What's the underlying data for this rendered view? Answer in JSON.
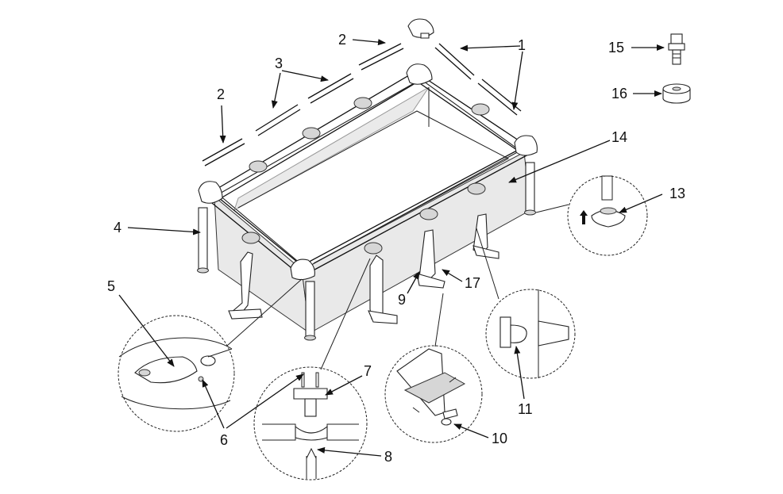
{
  "parts": [
    {
      "number": "1"
    },
    {
      "number": "2"
    },
    {
      "number": "2"
    },
    {
      "number": "3"
    },
    {
      "number": "4"
    },
    {
      "number": "5"
    },
    {
      "number": "6"
    },
    {
      "number": "7"
    },
    {
      "number": "8"
    },
    {
      "number": "9"
    },
    {
      "number": "10"
    },
    {
      "number": "11"
    },
    {
      "number": "13"
    },
    {
      "number": "14"
    },
    {
      "number": "15"
    },
    {
      "number": "16"
    },
    {
      "number": "17"
    }
  ]
}
